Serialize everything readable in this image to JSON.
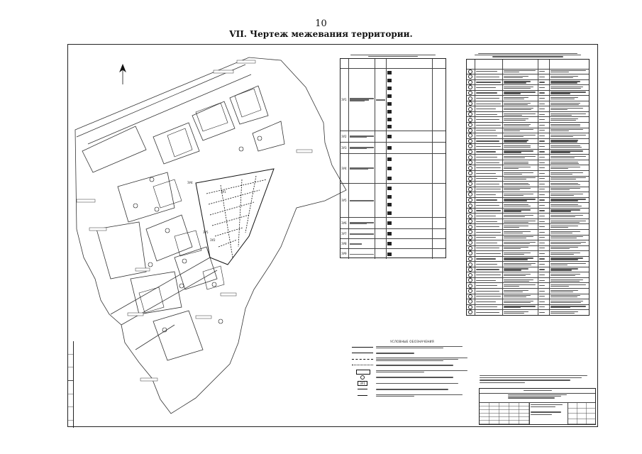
{
  "page": {
    "number": "10",
    "heading": "VII.     Чертеж межевания территории."
  },
  "drawing": {
    "lot_labels": [
      "ЗУ1",
      "ЗУ2",
      "ЗУ3",
      "ЗУ4",
      "ЗУ5",
      "ЗУ6",
      "ЗУ7",
      "ЗУ8",
      "ЗУ9"
    ],
    "map_lot_labels": [
      "ЗУ4",
      "ЗУ1",
      "ЗУ5",
      "ЗУ2"
    ],
    "legend": {
      "title": "УСЛОВНЫЕ ОБОЗНАЧЕНИЯ",
      "zu_sample": "ЗУ1"
    }
  }
}
